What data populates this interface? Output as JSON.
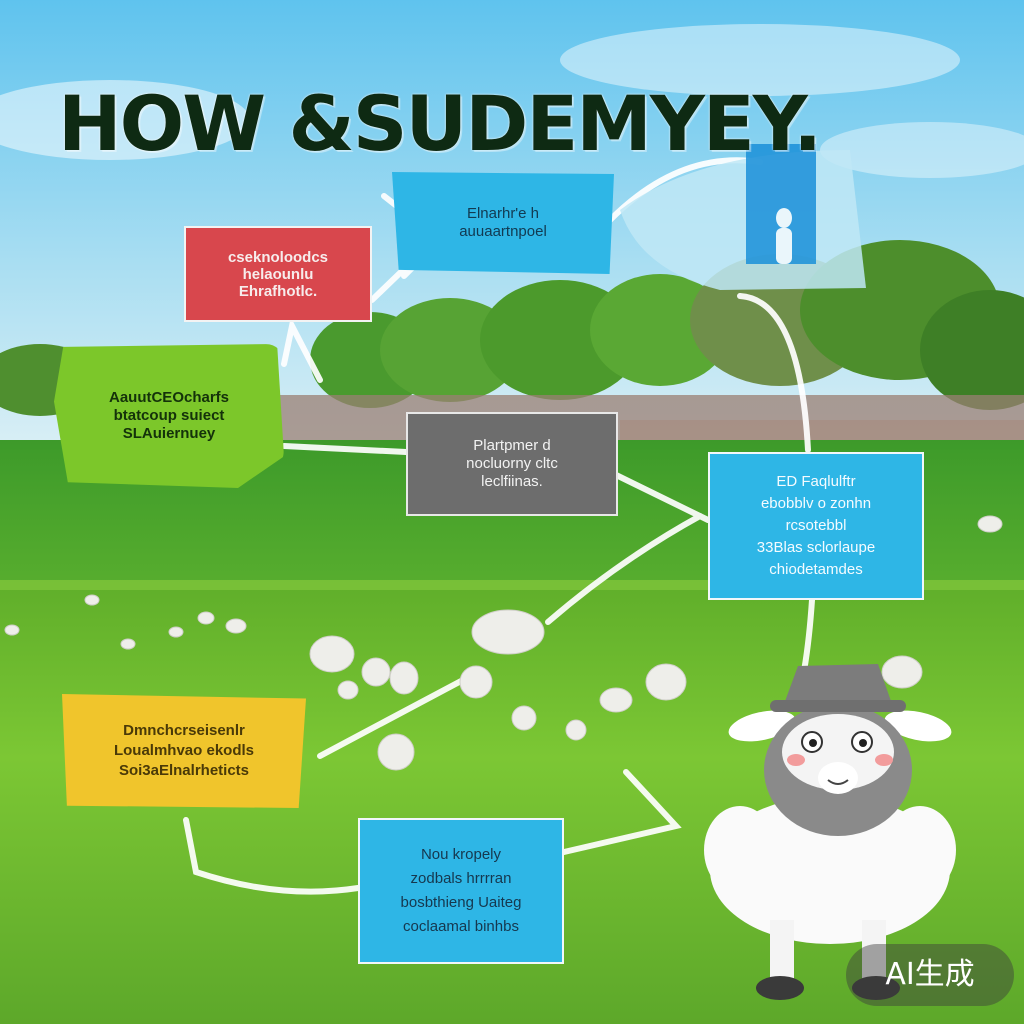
{
  "title": "HOW &SUDEMYEY.",
  "boxes": {
    "blue_top": "Elnarhr'e h\nauuaartnpoel",
    "red": "cseknoloodcs\nhelaounlu\nEhrafhotlc.",
    "green": "AauutCEOcharfs\nbtatcoup suiect\nSLAuiernuey",
    "gray": "Plartpmer d\nnocluorny cltc\nleclfiinas.",
    "blue_right": "ED Faqlulftr\nebobblv o zonhn\nrcsotebbl\n33Blas sclorlaupe\nchiodetamdes",
    "yellow": "Dmnchcrseisenlr\nLoualmhvao ekodls\nSoi3aElnalrheticts",
    "blue_bottom": "Nou kropely\nzodbals hrrrran\nbosbthieng Uaiteg\ncoclaamal binhbs"
  },
  "watermark": "AI生成",
  "colors": {
    "sky": "#7fd0ef",
    "grass": "#6bbd2a",
    "blue_box": "#2eb6e6",
    "red_box": "#d8474d",
    "green_box": "#7cc72a",
    "gray_box": "#6d6d6d",
    "yellow_box": "#f0c52c",
    "title_text": "#0e2a13"
  },
  "icons": [
    "sheep-mascot-icon",
    "grazing-sheep-icon",
    "person-silhouette-icon"
  ]
}
